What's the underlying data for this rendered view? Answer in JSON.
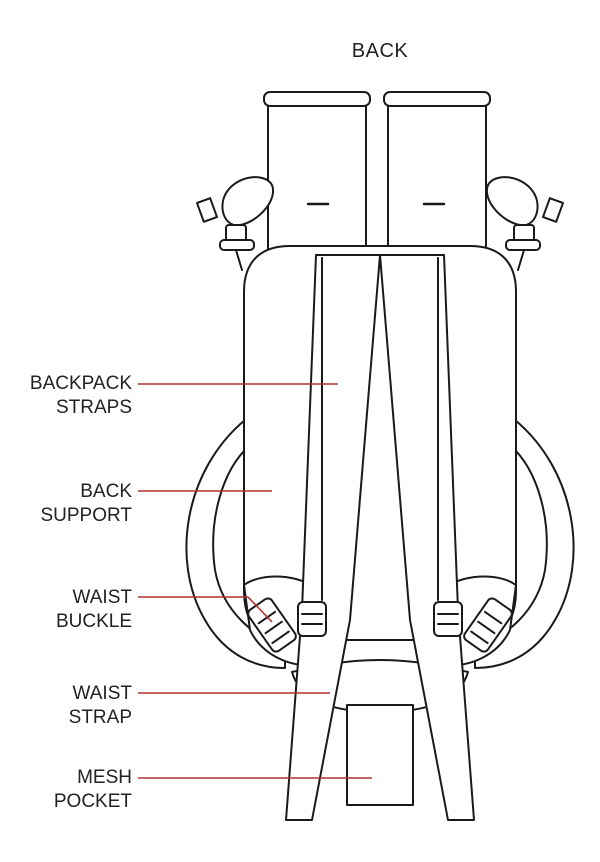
{
  "view_title": "BACK",
  "accent_color": "#b03030",
  "line_color": "#1a1a1a",
  "callouts": [
    {
      "id": "backpack-straps",
      "line1": "BACKPACK",
      "line2": "STRAPS"
    },
    {
      "id": "back-support",
      "line1": "BACK",
      "line2": "SUPPORT"
    },
    {
      "id": "waist-buckle",
      "line1": "WAIST",
      "line2": "BUCKLE"
    },
    {
      "id": "waist-strap",
      "line1": "WAIST",
      "line2": "STRAP"
    },
    {
      "id": "mesh-pocket",
      "line1": "MESH",
      "line2": "POCKET"
    }
  ]
}
